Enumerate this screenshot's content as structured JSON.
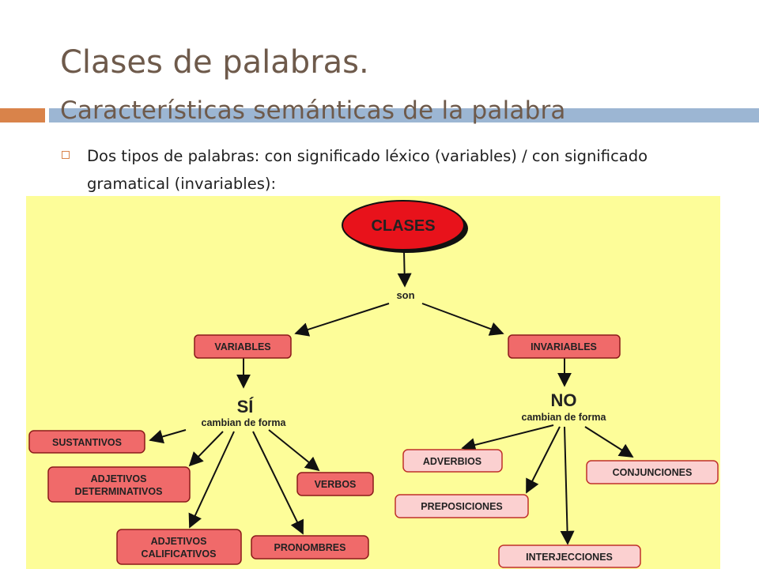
{
  "slide": {
    "title_line1": "Clases de palabras.",
    "title_line2": "Características semánticas de la palabra",
    "bullet": "Dos tipos de palabras: con significado léxico (variables) / con significado gramatical (invariables):"
  },
  "colors": {
    "title": "#6e5a4b",
    "accent_orange": "#d9834a",
    "accent_blue": "#9cb6d3",
    "map_background": "#fdfd99",
    "root_fill": "#e8121b",
    "variable_fill": "#f06a6a",
    "invariable_fill": "#fbd0d0"
  },
  "concept_map": {
    "root": "CLASES",
    "link_son": "son",
    "left": {
      "label": "VARIABLES",
      "answer": "SÍ",
      "link": "cambian de forma",
      "children": [
        "SUSTANTIVOS",
        "ADJETIVOS DETERMINATIVOS",
        "VERBOS",
        "ADJETIVOS CALIFICATIVOS",
        "PRONOMBRES"
      ]
    },
    "right": {
      "label": "INVARIABLES",
      "answer": "NO",
      "link": "cambian de forma",
      "children": [
        "ADVERBIOS",
        "CONJUNCIONES",
        "PREPOSICIONES",
        "INTERJECCIONES"
      ]
    }
  }
}
